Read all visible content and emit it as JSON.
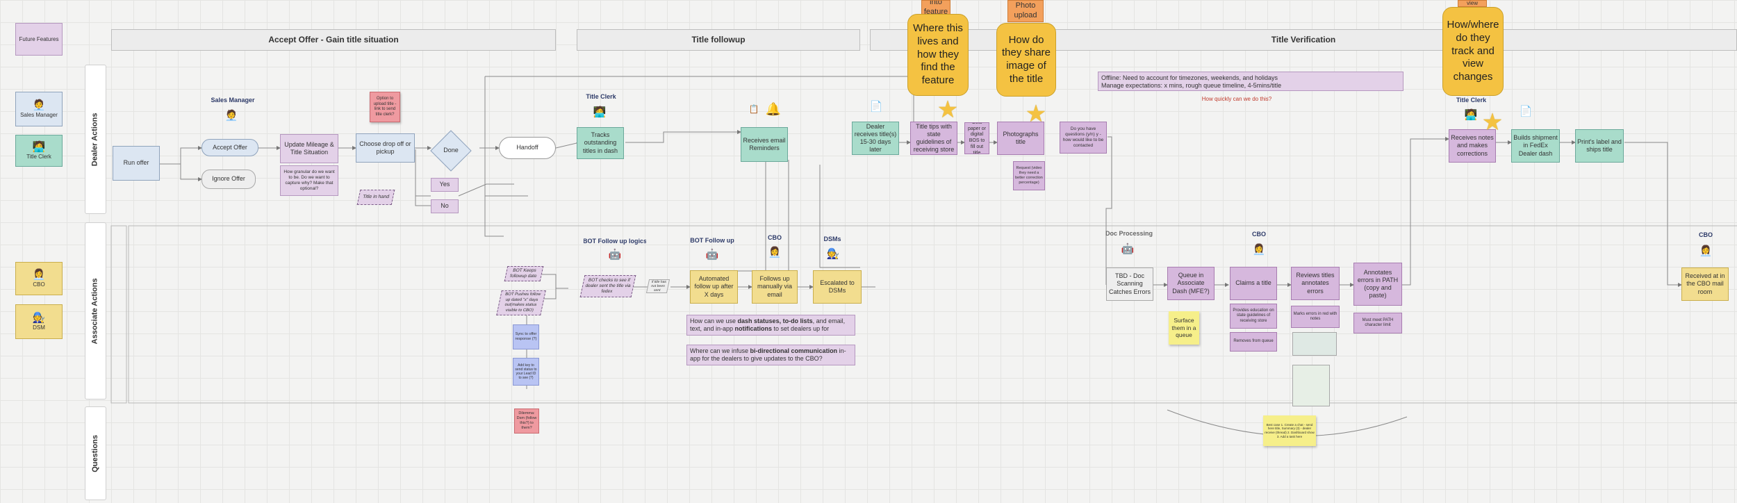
{
  "legend": {
    "future": "Future Features",
    "sales_manager": "Sales Manager",
    "title_clerk": "Title Clerk",
    "cbo": "CBO",
    "dsm": "DSM"
  },
  "headers": {
    "accept": "Accept Offer - Gain title situation",
    "followup": "Title followup",
    "verification": "Title Verification"
  },
  "lanes": {
    "dealer": "Dealer Actions",
    "associate": "Associate Actions",
    "questions": "Questions"
  },
  "roles": {
    "sales_manager": "Sales Manager",
    "title_clerk_1": "Title Clerk",
    "bot_logics": "BOT Follow up logics",
    "bot_followup": "BOT Follow up",
    "cbo_1": "CBO",
    "dsms": "DSMs",
    "doc_processing": "Doc Processing",
    "cbo_2": "CBO",
    "title_clerk_2": "Title Clerk",
    "cbo_3": "CBO"
  },
  "nodes": {
    "run_offer": "Run offer",
    "accept_offer": "Accept Offer",
    "ignore_offer": "Ignore Offer",
    "update_mileage": "Update Mileage & Title Situation",
    "mileage_q": "How granular do we want to be. Do we want to capture why? Make that optional?",
    "option_upload": "Option to upload title - link to send title clerk?",
    "choose_drop": "Choose drop off or pickup",
    "done": "Done",
    "handoff": "Handoff",
    "title_in_hand": "Title in hand",
    "yes": "Yes",
    "no": "No",
    "tracks_titles": "Tracks outstanding titles in dash",
    "receives_email": "Receives email Reminders",
    "dealer_receives": "Dealer receives title(s) 15-30 days later",
    "title_tips": "Title tips with state guidelines of receiving store",
    "gets_paper": "Gets paper or digital BOS to fill out title",
    "photographs": "Photographs title",
    "questions_note": "Do you have questions (y/n) y - how would like to be contacted",
    "request_note": "Request (video they need a better correction percentage)",
    "offline_note": "Offline: Need to account for timezones, weekends, and holidays\nManage expectations: x mins, rough queue timeline,  4-5mins/title",
    "how_quickly": "How quickly can we do this?",
    "receives_notes": "Receives notes and makes corrections",
    "builds_shipment": "Builds shipment in FedEx Dealer dash",
    "prints_label": "Print's label and ships title",
    "bot_keeps": "BOT Keeps followup date",
    "bot_pushes": "BOT Pushes follow up dated \"x\" days out(makes status visible to CBO)",
    "bot_checks": "BOT checks to see if dealer sent the title via fedex",
    "if_not_sent": "if title has not been sent",
    "auto_follow": "Automated follow up after X days",
    "follows_manually": "Follows up manually via email",
    "escalated": "Escalated to DSMs",
    "sync_to_offer": "Sync to offer response (?)",
    "add_key": "Add key to send status to your Lead ID to see (?)",
    "dash_q1_pre": "How can we use ",
    "dash_q1_b1": "dash statuses, to-do lists",
    "dash_q1_mid": ", and email, text, and in-app ",
    "dash_q1_b2": "notifications",
    "dash_q1_post": " to set dealers up for success",
    "dash_q2_pre": "Where can we infuse ",
    "dash_q2_b": "bi-directional communication",
    "dash_q2_post": " in-app for the dealers to give updates to the CBO?",
    "tbd_doc": "TBD - Doc Scanning Catches Errors",
    "queue": "Queue in Associate Dash (MFE?)",
    "claims": "Claims a title",
    "reviews": "Reviews titles annotates errors",
    "annotates": "Annotates errors in PATH (copy and paste)",
    "provides_edu": "Provides education on state guidelines of receiving store",
    "removes": "Removes from queue",
    "marks_errors": "Marks errors in red with notes",
    "must_meet": "Must meet PATH character limit",
    "surface": "Surface them in a queue",
    "received_cbo": "Received at in the CBO mail room",
    "dilemma": "Dilemma: Dsm (follow this?) to them?",
    "best_case": "Best case 1. Create a chat - send here title, Summary (3) - dealer receive (thread) 2. Dashboard show 3. Add a task here",
    "bubble_where": "Where this lives and how they find the feature",
    "bubble_share": "How do they share image of the title",
    "bubble_track": "How/where do they track and view changes",
    "orange_into": "into feature",
    "orange_photo": "Photo upload",
    "orange_view": "view"
  },
  "icons": {
    "person": "person-icon",
    "robot": "robot-icon",
    "star": "star-icon",
    "bell": "bell-icon",
    "document": "document-icon"
  },
  "colors": {
    "blue": "#dce6f2",
    "purple": "#d6b8dd",
    "teal": "#a9dccb",
    "yellow": "#f2dd8f",
    "pink": "#ef9aa0",
    "bubble": "#f4c242"
  }
}
